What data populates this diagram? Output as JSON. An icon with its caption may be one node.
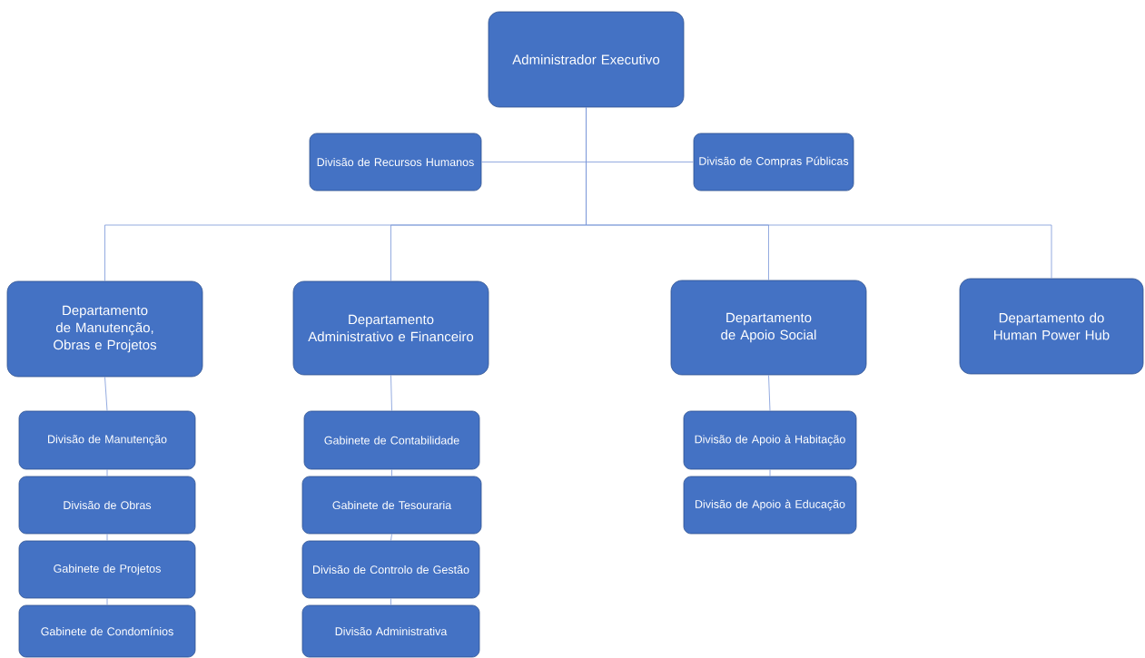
{
  "diagram": {
    "nodes": [
      {
        "text": [
          "Administrador Executivo"
        ]
      },
      {
        "text": [
          "Divisão de Recursos Humanos"
        ]
      },
      {
        "text": [
          "Divisão de Compras Públicas"
        ]
      },
      {
        "text": [
          "Departamento de Manutenção, Obras e Projetos"
        ]
      },
      {
        "text": [
          "Divisão de Manutenção"
        ]
      },
      {
        "text": [
          "Divisão de Obras"
        ]
      },
      {
        "text": [
          "Gabinete de Projetos"
        ]
      },
      {
        "text": [
          "Gabinete de Condomínios"
        ]
      },
      {
        "text": [
          "Departamento Administrativo e Financeiro"
        ]
      },
      {
        "text": [
          "Gabinete de Contabilidade"
        ]
      },
      {
        "text": [
          "Gabinete de Tesouraria"
        ]
      },
      {
        "text": [
          "Divisão de Controlo de Gestão"
        ]
      },
      {
        "text": [
          "Divisão Administrativa"
        ]
      },
      {
        "text": [
          "Departamento de Apoio Social"
        ]
      },
      {
        "text": [
          "Divisão de Apoio à Habitação"
        ]
      },
      {
        "text": [
          "Divisão de Apoio à Educação"
        ]
      },
      {
        "text": [
          "Departamento do Human Power Hub"
        ]
      }
    ],
    "edges": [
      {
        "from": 0,
        "to": 1,
        "arrow": "none"
      },
      {
        "from": 0,
        "to": 2,
        "arrow": "none"
      },
      {
        "from": 0,
        "to": 3,
        "arrow": "none"
      },
      {
        "from": 0,
        "to": 8,
        "arrow": "none"
      },
      {
        "from": 0,
        "to": 13,
        "arrow": "none"
      },
      {
        "from": 0,
        "to": 16,
        "arrow": "none"
      },
      {
        "from": 3,
        "to": 4,
        "arrow": "none"
      },
      {
        "from": 4,
        "to": 5,
        "arrow": "none"
      },
      {
        "from": 5,
        "to": 6,
        "arrow": "none"
      },
      {
        "from": 6,
        "to": 7,
        "arrow": "none"
      },
      {
        "from": 8,
        "to": 9,
        "arrow": "none"
      },
      {
        "from": 9,
        "to": 10,
        "arrow": "none"
      },
      {
        "from": 10,
        "to": 11,
        "arrow": "none"
      },
      {
        "from": 11,
        "to": 12,
        "arrow": "none"
      },
      {
        "from": 13,
        "to": 14,
        "arrow": "none"
      },
      {
        "from": 14,
        "to": 15,
        "arrow": "none"
      }
    ]
  }
}
